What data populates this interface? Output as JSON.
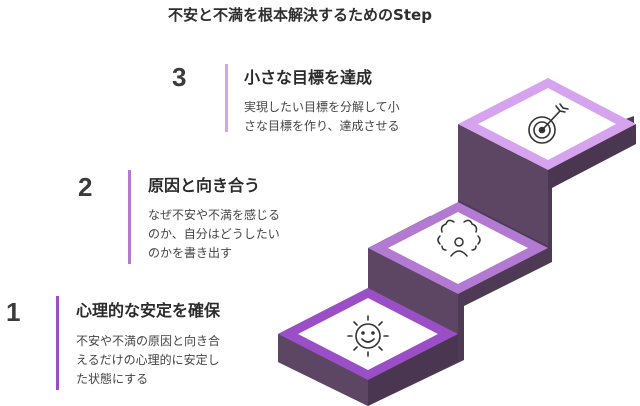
{
  "title": "不安と不満を根本解決するためのStep",
  "colors": {
    "step1_accent": "#9b4fc6",
    "step2_accent": "#b27bd1",
    "step3_accent": "#d6a4ef",
    "stair_dark": "#4e3a55",
    "stair_mid": "#5c4664"
  },
  "steps": [
    {
      "number": "3",
      "heading": "小さな目標を達成",
      "description": "実現したい目標を分解して小\nさな目標を作り、達成させる",
      "icon": "target-arrow-icon"
    },
    {
      "number": "2",
      "heading": "原因と向き合う",
      "description": "なぜ不安や不満を感じる\nのか、自分はどうしたい\nのかを書き出す",
      "icon": "person-thinking-icon"
    },
    {
      "number": "1",
      "heading": "心理的な安定を確保",
      "description": "不安や不満の原因と向き合\nえるだけの心理的に安定し\nた状態にする",
      "icon": "smiling-sun-icon"
    }
  ]
}
